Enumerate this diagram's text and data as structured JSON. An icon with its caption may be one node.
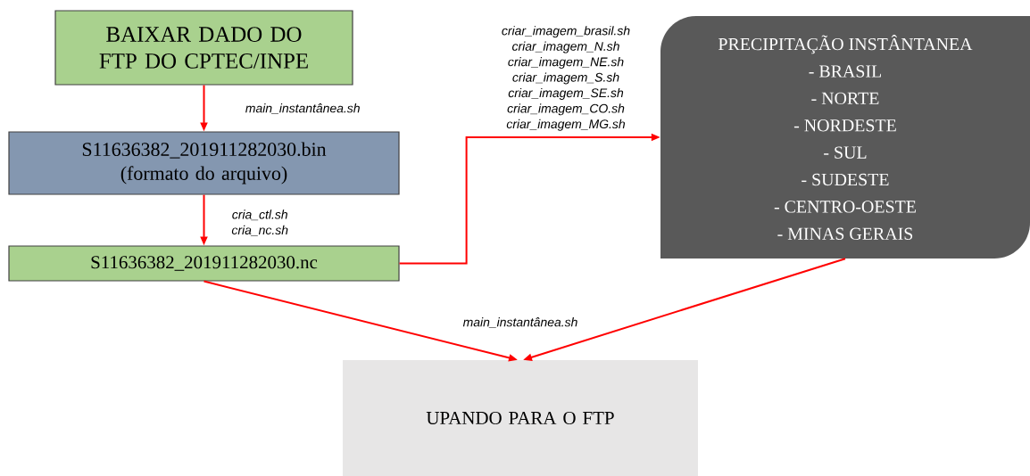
{
  "diagram": {
    "nodes": [
      {
        "text": [
          "BAIXAR DADO DO FTP DO CPTEC/INPE"
        ]
      },
      {
        "text": [
          "S11636382_201911282030.bin",
          "(formato do arquivo)"
        ]
      },
      {
        "text": [
          "S11636382_201911282030.nc"
        ]
      },
      {
        "text": [
          "PRECIPITAÇÃO INSTÂNTANEA",
          "- BRASIL",
          "- NORTE",
          "- NORDESTE",
          "- SUL",
          "- SUDESTE",
          "- CENTRO-OESTE",
          "- MINAS GERAIS"
        ]
      },
      {
        "text": [
          "UPANDO PARA O FTP"
        ]
      }
    ],
    "edges": [
      {
        "from": 0,
        "to": 1,
        "arrow": "to",
        "label": "main_instantânea.sh"
      },
      {
        "from": 1,
        "to": 2,
        "arrow": "to",
        "label": "cria_ctl.sh cria_nc.sh"
      },
      {
        "from": 2,
        "to": 3,
        "arrow": "to",
        "label": "criar_imagem_brasil.sh criar_imagem_N.sh criar_imagem_NE.sh criar_imagem_S.sh criar_imagem_SE.sh criar_imagem_CO.sh criar_imagem_MG.sh"
      },
      {
        "from": 2,
        "to": 4,
        "arrow": "to",
        "label": "main_instantânea.sh"
      },
      {
        "from": 3,
        "to": 4,
        "arrow": "to"
      }
    ]
  }
}
